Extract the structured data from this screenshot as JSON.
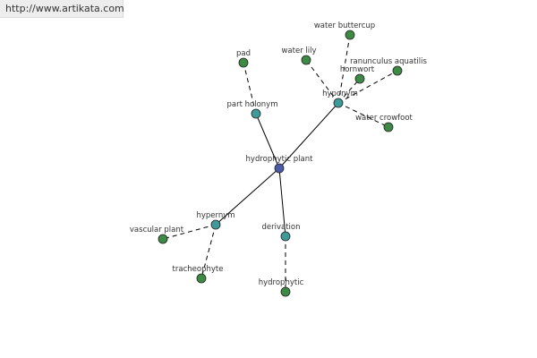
{
  "site_url": "http://www.artikata.com",
  "colors": {
    "center": "#4a5aa8",
    "relation": "#3f9a9a",
    "leaf": "#3d8a45"
  },
  "nodes": [
    {
      "id": "center",
      "label": "hydrophytic plant",
      "kind": "center"
    },
    {
      "id": "part-holonym",
      "label": "part holonym",
      "kind": "relation"
    },
    {
      "id": "hyponym",
      "label": "hyponym",
      "kind": "relation"
    },
    {
      "id": "hypernym",
      "label": "hypernym",
      "kind": "relation"
    },
    {
      "id": "derivation",
      "label": "derivation",
      "kind": "relation"
    },
    {
      "id": "pad",
      "label": "pad",
      "kind": "leaf"
    },
    {
      "id": "water-lily",
      "label": "water lily",
      "kind": "leaf"
    },
    {
      "id": "water-buttercup",
      "label": "water buttercup",
      "kind": "leaf"
    },
    {
      "id": "hornwort",
      "label": "hornwort",
      "kind": "leaf"
    },
    {
      "id": "ranunculus-aquatilis",
      "label": "ranunculus aquatilis",
      "kind": "leaf"
    },
    {
      "id": "water-crowfoot",
      "label": "water crowfoot",
      "kind": "leaf"
    },
    {
      "id": "vascular-plant",
      "label": "vascular plant",
      "kind": "leaf"
    },
    {
      "id": "tracheophyte",
      "label": "tracheophyte",
      "kind": "leaf"
    },
    {
      "id": "hydrophytic",
      "label": "hydrophytic",
      "kind": "leaf"
    }
  ],
  "edges": [
    {
      "from": "center",
      "to": "part-holonym",
      "style": "solid"
    },
    {
      "from": "center",
      "to": "hyponym",
      "style": "solid"
    },
    {
      "from": "center",
      "to": "hypernym",
      "style": "solid"
    },
    {
      "from": "center",
      "to": "derivation",
      "style": "solid"
    },
    {
      "from": "part-holonym",
      "to": "pad",
      "style": "dashed"
    },
    {
      "from": "hyponym",
      "to": "water-lily",
      "style": "dashed"
    },
    {
      "from": "hyponym",
      "to": "water-buttercup",
      "style": "dashed"
    },
    {
      "from": "hyponym",
      "to": "hornwort",
      "style": "dashed"
    },
    {
      "from": "hyponym",
      "to": "ranunculus-aquatilis",
      "style": "dashed"
    },
    {
      "from": "hyponym",
      "to": "water-crowfoot",
      "style": "dashed"
    },
    {
      "from": "hypernym",
      "to": "vascular-plant",
      "style": "dashed"
    },
    {
      "from": "hypernym",
      "to": "tracheophyte",
      "style": "dashed"
    },
    {
      "from": "derivation",
      "to": "hydrophytic",
      "style": "dashed"
    }
  ]
}
